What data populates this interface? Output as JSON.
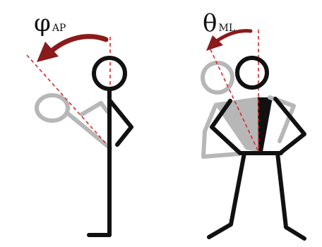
{
  "labels": {
    "left_symbol": "φ",
    "left_subscript": "AP",
    "right_symbol": "θ",
    "right_subscript": "ML"
  },
  "colors": {
    "figure": "#111111",
    "tilted_figure": "#b7b7b7",
    "arrow": "#8b1a1a",
    "reference_line": "#d62a2a",
    "background": "#ffffff"
  }
}
